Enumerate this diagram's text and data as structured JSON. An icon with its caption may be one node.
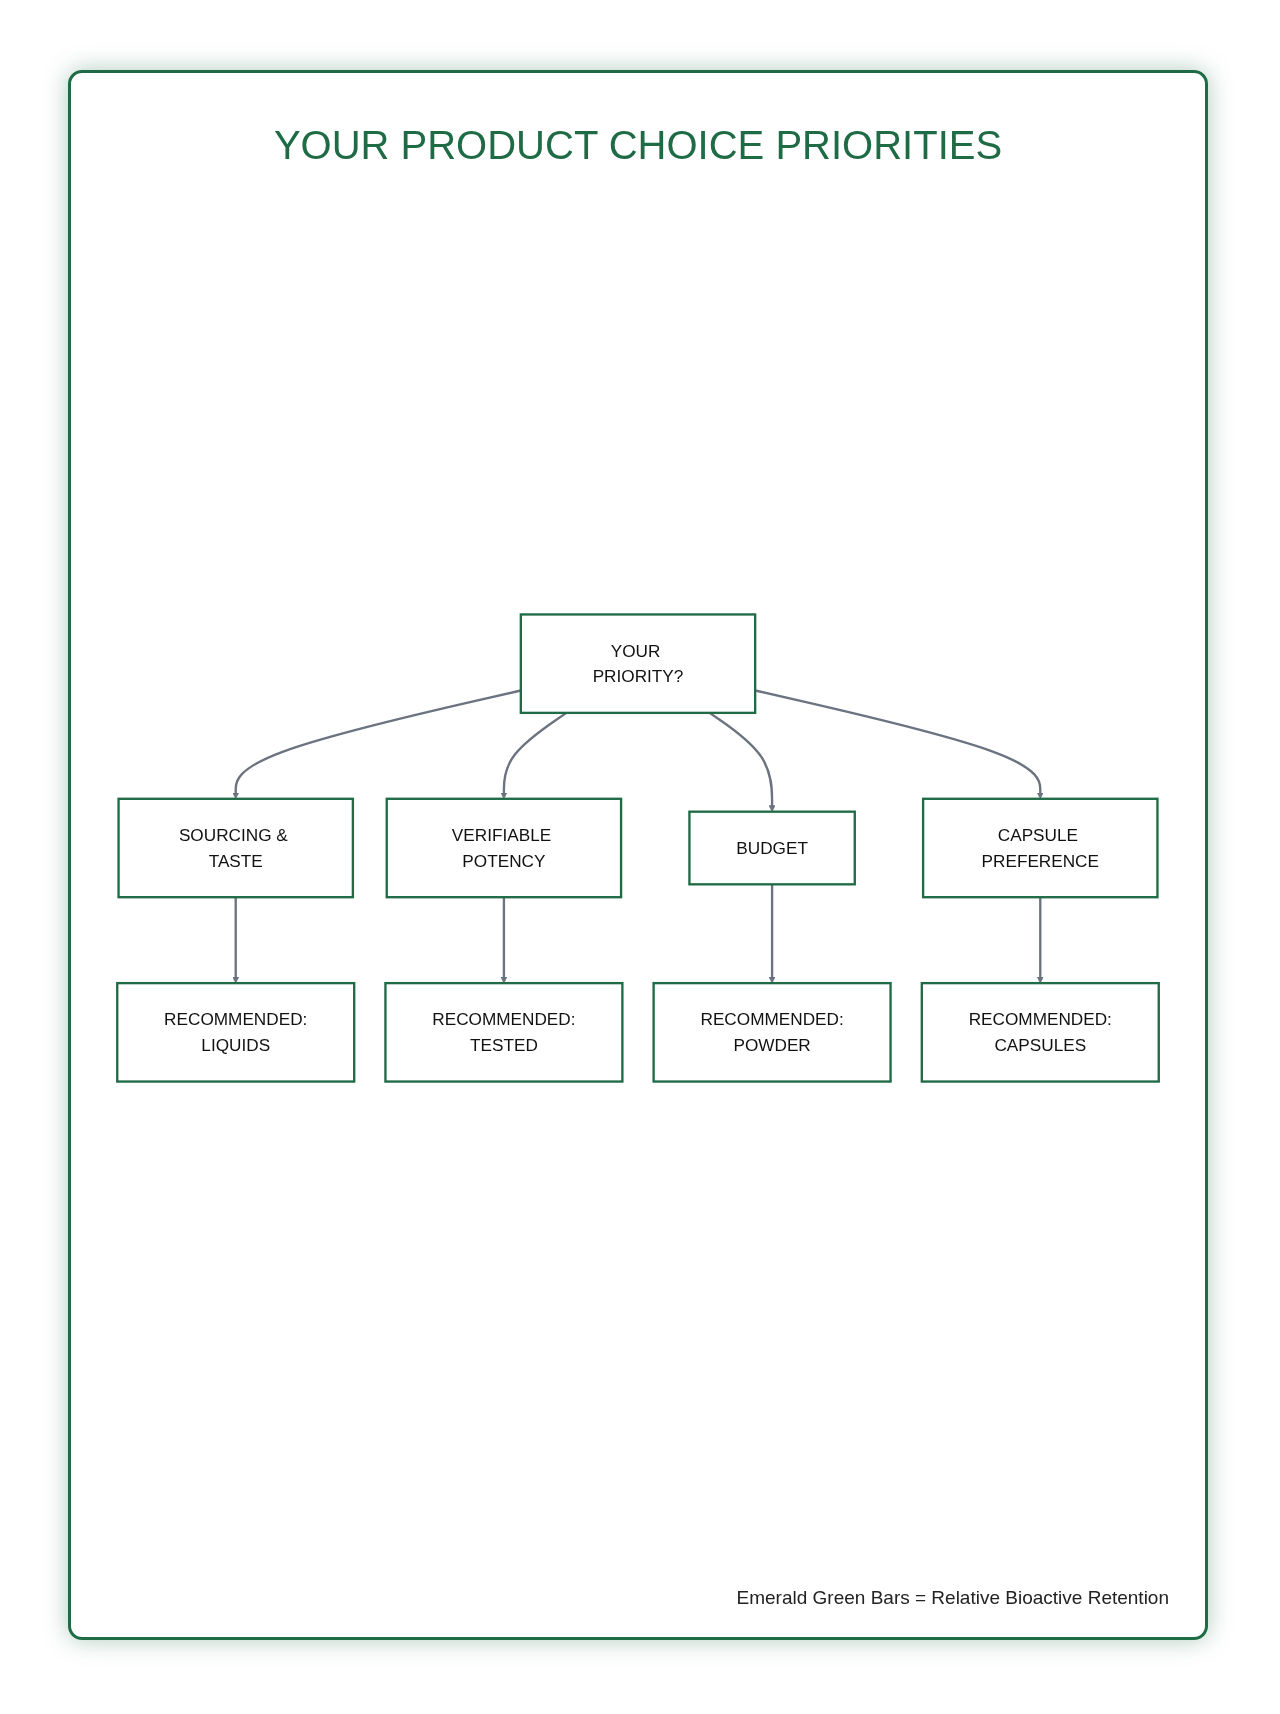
{
  "diagram": {
    "title": "YOUR PRODUCT CHOICE PRIORITIES",
    "nodes": [
      {
        "text": [
          "YOUR PRIORITY?"
        ]
      },
      {
        "text": [
          "SOURCING & TASTE"
        ]
      },
      {
        "text": [
          "VERIFIABLE POTENCY"
        ]
      },
      {
        "text": [
          "BUDGET"
        ]
      },
      {
        "text": [
          "CAPSULE PREFERENCE"
        ]
      },
      {
        "text": [
          "RECOMMENDED:",
          "LIQUIDS"
        ]
      },
      {
        "text": [
          "RECOMMENDED:",
          "TESTED"
        ]
      },
      {
        "text": [
          "RECOMMENDED:",
          "POWDER"
        ]
      },
      {
        "text": [
          "RECOMMENDED:",
          "CAPSULES"
        ]
      }
    ],
    "edges": [
      {
        "from": 0,
        "to": 1,
        "arrow": "to"
      },
      {
        "from": 0,
        "to": 2,
        "arrow": "to"
      },
      {
        "from": 0,
        "to": 3,
        "arrow": "to"
      },
      {
        "from": 0,
        "to": 4,
        "arrow": "to"
      },
      {
        "from": 1,
        "to": 5,
        "arrow": "to"
      },
      {
        "from": 2,
        "to": 6,
        "arrow": "to"
      },
      {
        "from": 3,
        "to": 7,
        "arrow": "to"
      },
      {
        "from": 4,
        "to": 8,
        "arrow": "to"
      }
    ],
    "labels": [
      "Emerald Green Bars = Relative Bioactive Retention"
    ]
  }
}
